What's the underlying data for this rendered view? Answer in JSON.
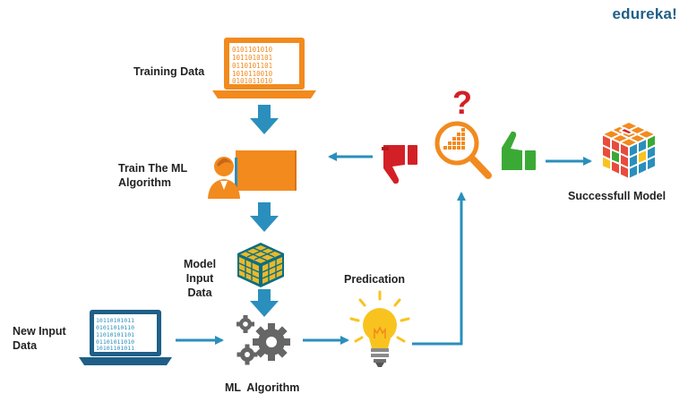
{
  "brand": {
    "name": "edureka!",
    "color": "#1f5f87"
  },
  "colors": {
    "orange": "#f28a1e",
    "arrow_blue": "#2a8fbc",
    "thumbs_down": "#d32027",
    "thumbs_up": "#3aaa35",
    "question": "#d32027",
    "bulb_yellow": "#f9c31f",
    "cube_gold": "#e9b92a",
    "cube_teal": "#0b6e82",
    "gear": "#666666",
    "text": "#222222"
  },
  "nodes": {
    "training_data": {
      "label": "Training Data",
      "icon": "laptop-icon"
    },
    "train_algorithm": {
      "label": "Train The  ML\nAlgorithm",
      "icon": "person-presenting-icon"
    },
    "model_input": {
      "label": "Model\nInput Data",
      "icon": "data-cube-icon"
    },
    "new_input": {
      "label": "New Input\nData",
      "icon": "laptop-icon"
    },
    "ml_algorithm": {
      "label": "ML  Algorithm",
      "icon": "gears-icon"
    },
    "prediction": {
      "label": "Predication",
      "icon": "lightbulb-icon"
    },
    "evaluation": {
      "icon": "magnifier-chart-icon"
    },
    "question": {
      "glyph": "?"
    },
    "successful_model": {
      "label": "Successfull Model",
      "icon": "rubiks-cube-icon"
    }
  }
}
